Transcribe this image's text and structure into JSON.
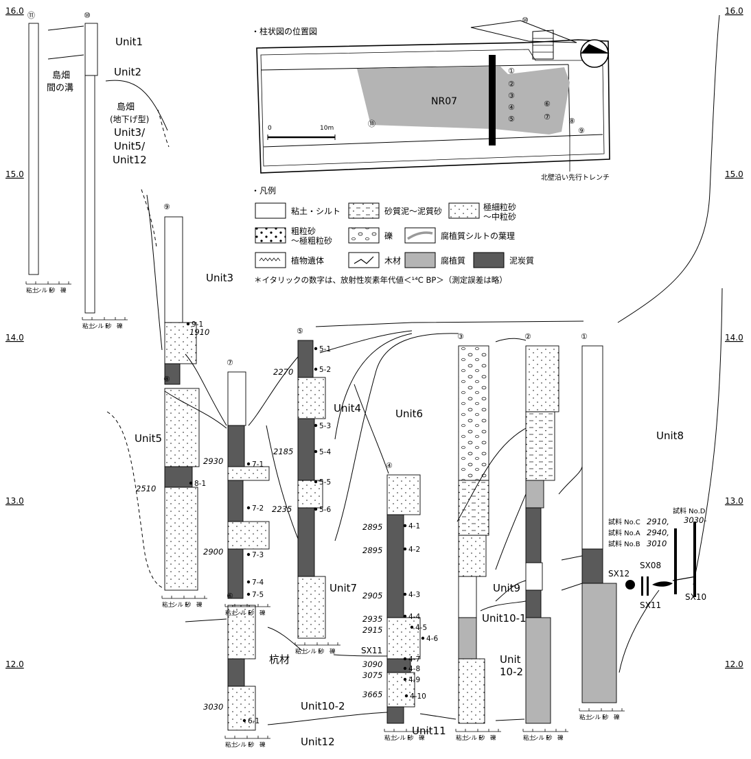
{
  "elevation_labels": [
    "16.0",
    "15.0",
    "14.0",
    "13.0",
    "12.0"
  ],
  "grain_scale": [
    "粘土",
    "シルト",
    "砂",
    "礫"
  ],
  "colors": {
    "humic": "#b4b4b4",
    "peat": "#5a5a5a",
    "line": "#000000"
  },
  "location_map": {
    "heading": "・柱状図の位置図",
    "feature": "NR07",
    "scale_start": "0",
    "scale_end": "10m",
    "trench_note": "北壁沿い先行トレンチ",
    "markers": [
      "①",
      "②",
      "③",
      "④",
      "⑤",
      "⑥",
      "⑦",
      "⑧",
      "⑨",
      "⑩",
      "⑪"
    ]
  },
  "legend": {
    "heading": "・凡例",
    "items": [
      {
        "key": "clay",
        "label": "粘土・シルト"
      },
      {
        "key": "sandymud",
        "label": "砂質泥～泥質砂"
      },
      {
        "key": "finesand",
        "label": "極細粒砂",
        "label2": "～中粒砂"
      },
      {
        "key": "coarsesand",
        "label": "粗粒砂",
        "label2": "～極粗粒砂"
      },
      {
        "key": "gravel",
        "label": "礫"
      },
      {
        "key": "lamina",
        "label": "腐植質シルトの葉理"
      },
      {
        "key": "plant",
        "label": "植物遺体"
      },
      {
        "key": "wood",
        "label": "木材"
      },
      {
        "key": "humic",
        "label": "腐植質"
      },
      {
        "key": "peat",
        "label": "泥炭質"
      }
    ],
    "note": "＊イタリックの数字は、放射性炭素年代値＜¹⁴C BP＞（測定誤差は略）"
  },
  "columns": [
    {
      "id": "⑪"
    },
    {
      "id": "⑩"
    },
    {
      "id": "⑨"
    },
    {
      "id": "⑧"
    },
    {
      "id": "⑦"
    },
    {
      "id": "⑥"
    },
    {
      "id": "⑤"
    },
    {
      "id": "④"
    },
    {
      "id": "③"
    },
    {
      "id": "②"
    },
    {
      "id": "①"
    }
  ],
  "units": [
    "Unit1",
    "Unit2",
    "島畑",
    "間の溝",
    "島畑",
    "(地下げ型)",
    "Unit3/",
    "Unit5/",
    "Unit12",
    "Unit3",
    "Unit5",
    "Unit4",
    "Unit6",
    "Unit7",
    "Unit8",
    "Unit9",
    "Unit10-1",
    "Unit",
    "10-2",
    "Unit10-2",
    "Unit11",
    "Unit12",
    "SX11",
    "杭材"
  ],
  "samples": [
    "9-1",
    "8-1",
    "7-1",
    "7-2",
    "7-3",
    "7-4",
    "7-5",
    "6-1",
    "5-1",
    "5-2",
    "5-3",
    "5-4",
    "5-5",
    "5-6",
    "4-1",
    "4-2",
    "4-3",
    "4-4",
    "4-5",
    "4-6",
    "4-7",
    "4-8",
    "4-9",
    "4-10"
  ],
  "ages": [
    "1910",
    "2510",
    "2930",
    "2900",
    "3030",
    "2270",
    "2185",
    "2235",
    "2895",
    "2895",
    "2905",
    "2935",
    "2915",
    "3090",
    "3075",
    "3665"
  ],
  "features": {
    "sample_notes": [
      "試料 No.C",
      "試料 No.A",
      "試料 No.B",
      "試料 No.D"
    ],
    "note_ages": [
      "2910,",
      "2940,",
      "3010",
      "3030-"
    ],
    "labels": [
      "SX12",
      "SX08",
      "SX11",
      "SX10"
    ]
  }
}
